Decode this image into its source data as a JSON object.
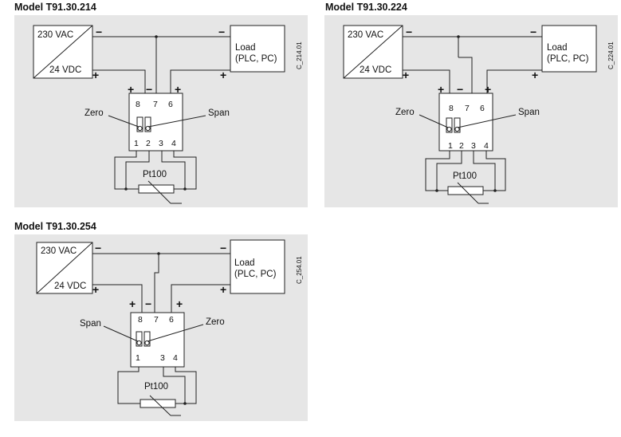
{
  "diagrams": [
    {
      "title": "Model T91.30.214",
      "code": "C_214.01",
      "supply_ac": "230 VAC",
      "supply_dc": "24 VDC",
      "load_line1": "Load",
      "load_line2": "(PLC, PC)",
      "minus": "−",
      "plus": "+",
      "terminals_top": [
        "8",
        "7",
        "6"
      ],
      "terminals_bottom": [
        "1",
        "2",
        "3",
        "4"
      ],
      "left_pot": "Zero",
      "right_pot": "Span",
      "sensor": "Pt100"
    },
    {
      "title": "Model T91.30.224",
      "code": "C_224.01",
      "supply_ac": "230 VAC",
      "supply_dc": "24 VDC",
      "load_line1": "Load",
      "load_line2": "(PLC, PC)",
      "minus": "−",
      "plus": "+",
      "terminals_top": [
        "8",
        "7",
        "6"
      ],
      "terminals_bottom": [
        "1",
        "2",
        "3",
        "4"
      ],
      "left_pot": "Zero",
      "right_pot": "Span",
      "sensor": "Pt100"
    },
    {
      "title": "Model T91.30.254",
      "code": "C_254.01",
      "supply_ac": "230 VAC",
      "supply_dc": "24 VDC",
      "load_line1": "Load",
      "load_line2": "(PLC, PC)",
      "minus": "−",
      "plus": "+",
      "terminals_top": [
        "8",
        "7",
        "6"
      ],
      "terminals_bottom": [
        "1",
        "3",
        "4"
      ],
      "left_pot": "Span",
      "right_pot": "Zero",
      "sensor": "Pt100"
    }
  ]
}
